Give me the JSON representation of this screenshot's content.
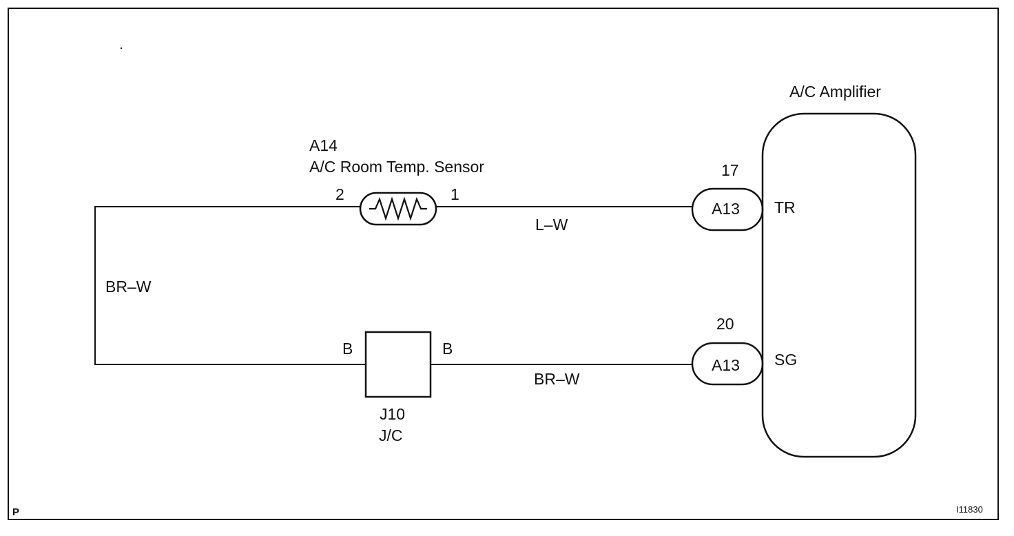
{
  "page_letter": "P",
  "figure_code": "I11830",
  "amplifier": {
    "title": "A/C Amplifier"
  },
  "sensor": {
    "connector_id": "A14",
    "name": "A/C Room Temp. Sensor",
    "pin_left": "2",
    "pin_right": "1"
  },
  "junction": {
    "id": "J10",
    "name": "J/C",
    "pin_left": "B",
    "pin_right": "B"
  },
  "connector_top": {
    "id": "A13",
    "pin": "17",
    "terminal": "TR"
  },
  "connector_bottom": {
    "id": "A13",
    "pin": "20",
    "terminal": "SG"
  },
  "wires": {
    "top_right": "L–W",
    "left_vertical": "BR–W",
    "bottom_right": "BR–W"
  }
}
